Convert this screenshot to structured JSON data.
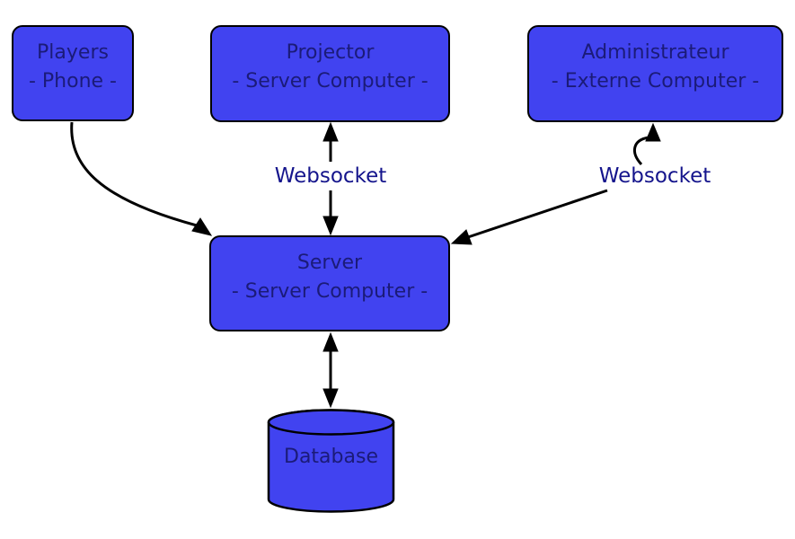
{
  "diagram": {
    "nodes": {
      "players": {
        "line1": "Players",
        "line2": "- Phone -"
      },
      "projector": {
        "line1": "Projector",
        "line2": "- Server Computer -"
      },
      "administrator": {
        "line1": "Administrateur",
        "line2": "- Externe Computer -"
      },
      "server": {
        "line1": "Server",
        "line2": "- Server Computer -"
      },
      "database": {
        "label": "Database"
      }
    },
    "edge_labels": {
      "projector_server": "Websocket",
      "admin_server": "Websocket"
    },
    "colors": {
      "background": "#ffffff",
      "node_fill": "#4143f0",
      "node_border": "#000000",
      "node_text": "#1b1b78",
      "edge_label_text": "#14148c",
      "arrow": "#000000"
    }
  }
}
